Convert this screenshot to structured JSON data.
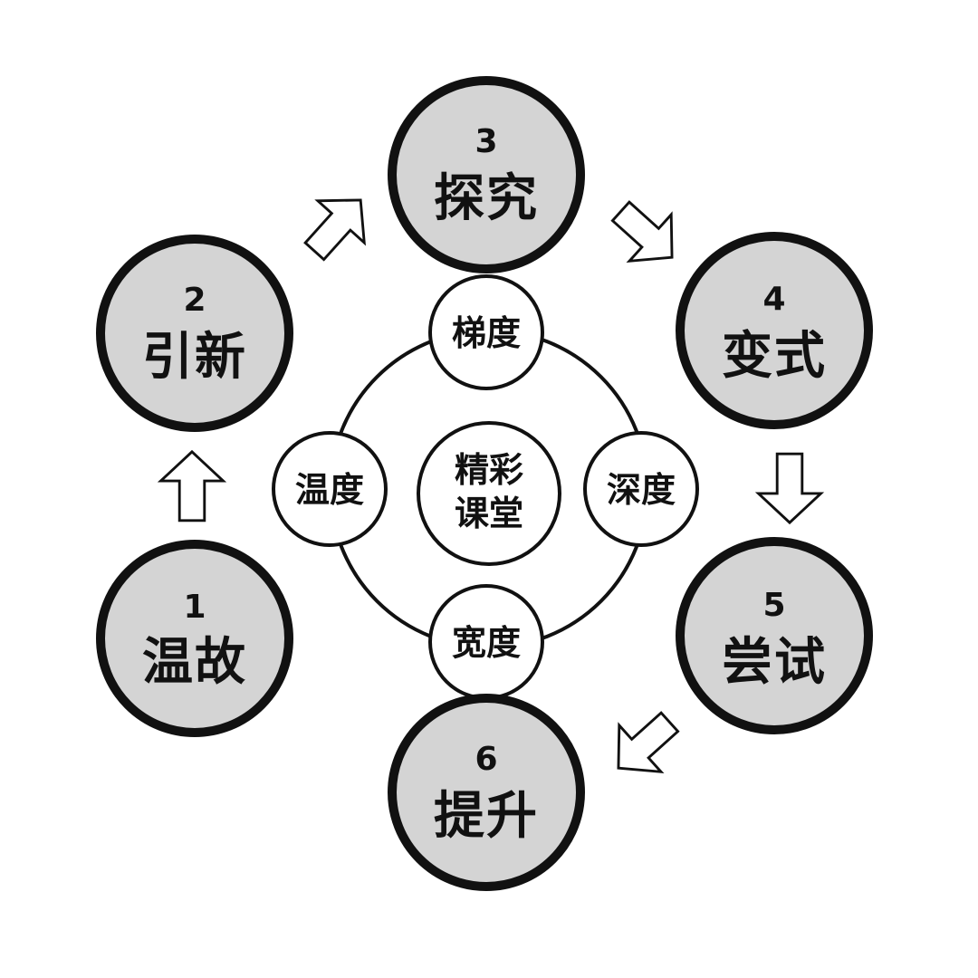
{
  "steps": [
    {
      "number": "1",
      "label": "温故"
    },
    {
      "number": "2",
      "label": "引新"
    },
    {
      "number": "3",
      "label": "探究"
    },
    {
      "number": "4",
      "label": "变式"
    },
    {
      "number": "5",
      "label": "尝试"
    },
    {
      "number": "6",
      "label": "提升"
    }
  ],
  "dimensions": {
    "top": "梯度",
    "right": "深度",
    "bottom": "宽度",
    "left": "温度"
  },
  "center": {
    "line1": "精彩",
    "line2": "课堂"
  },
  "colors": {
    "step_fill": "#d4d4d4",
    "step_stroke": "#111111",
    "line": "#111111",
    "background": "#ffffff"
  },
  "icons": [
    "outline-arrow-icon"
  ]
}
